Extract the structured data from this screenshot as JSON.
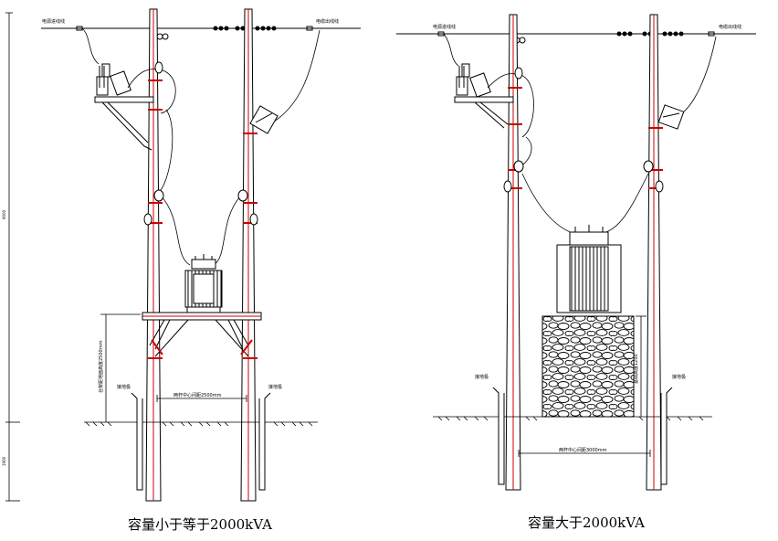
{
  "diagrams": [
    {
      "caption": "容量小于等于2000kVA",
      "labels": {
        "incoming_line": "电源进线线",
        "outgoing_line": "电缆出线线",
        "ground_left": "接地极",
        "ground_right": "接地极",
        "pole_spacing": "两杆中心间距2500mm",
        "platform_height": "台架距地面高度2500mm",
        "overall_height": "9000",
        "burial_depth": "1900"
      }
    },
    {
      "caption": "容量大于2000kVA",
      "labels": {
        "incoming_line": "电源进线线",
        "outgoing_line": "电缆出线线",
        "ground_left": "接地极",
        "ground_right": "接地极",
        "pole_spacing": "两杆中心间距3000mm",
        "base_height": "基础高度1200"
      }
    }
  ],
  "colors": {
    "line": "#000000",
    "pole_center": "#cc0000",
    "accent": "#cc0000"
  }
}
